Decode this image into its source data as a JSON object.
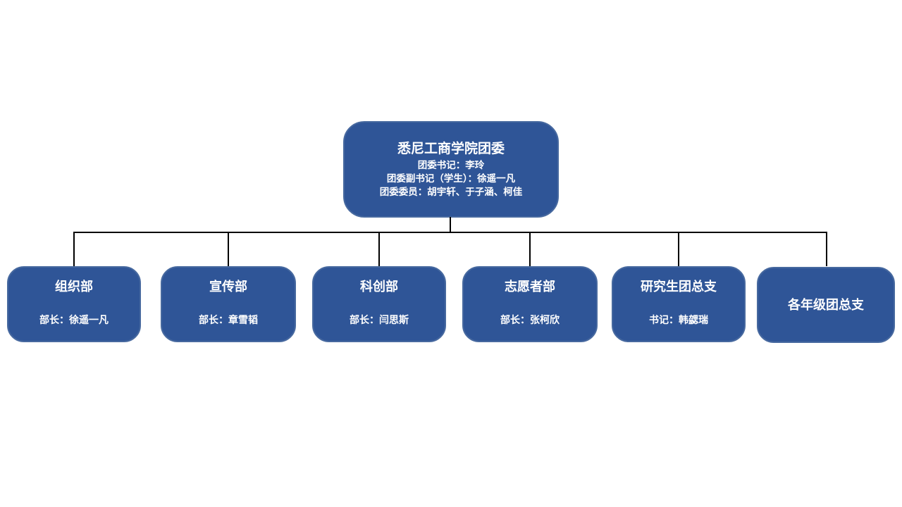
{
  "colors": {
    "node_fill": "#2F5597",
    "node_border": "#47699F",
    "connector": "#000000",
    "text": "#FFFFFF",
    "background": "#FFFFFF"
  },
  "chart_type": "org-chart",
  "root": {
    "title": "悉尼工商学院团委",
    "lines": [
      "团委书记：李玲",
      "团委副书记（学生）：徐遥一凡",
      "团委委员：胡宇轩、于子涵、柯佳"
    ]
  },
  "departments": [
    {
      "title": "组织部",
      "subtitle": "部长：徐遥一凡"
    },
    {
      "title": "宣传部",
      "subtitle": "部长：章雪韬"
    },
    {
      "title": "科创部",
      "subtitle": "部长：闫思斯"
    },
    {
      "title": "志愿者部",
      "subtitle": "部长：张柯欣"
    },
    {
      "title": "研究生团总支",
      "subtitle": "书记：韩勰瑞"
    },
    {
      "title": "各年级团总支",
      "subtitle": ""
    }
  ]
}
